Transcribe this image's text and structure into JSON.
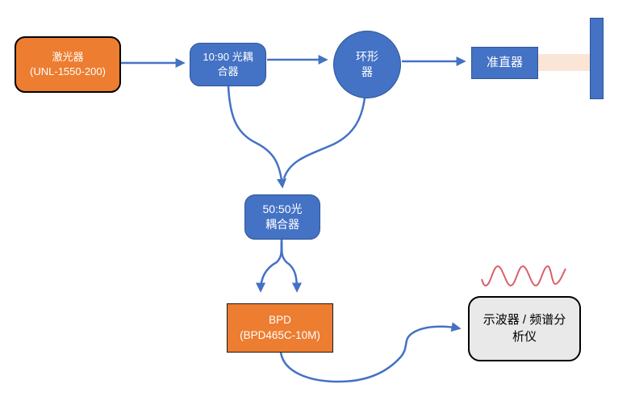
{
  "colors": {
    "node-blue": "#4472C4",
    "node-blue-border": "#2F5597",
    "node-orange": "#ED7D31",
    "connector": "#4472C4",
    "beam": "#FBE5D6",
    "scope-fill": "#E9E9E9",
    "wave": "#D9606C"
  },
  "nodes": {
    "laser": {
      "line1": "激光器",
      "line2": "(UNL-1550-200)"
    },
    "coupler_1090": {
      "line1": "10:90 光耦",
      "line2": "合器"
    },
    "circulator": {
      "line1": "环形",
      "line2": "器"
    },
    "collimator": {
      "label": "准直器"
    },
    "coupler_5050": {
      "line1": "50:50光",
      "line2": "耦合器"
    },
    "bpd": {
      "line1": "BPD",
      "line2": "(BPD465C-10M)"
    },
    "analyzer": {
      "line1": "示波器 / 频谱分",
      "line2": "析仪"
    }
  }
}
